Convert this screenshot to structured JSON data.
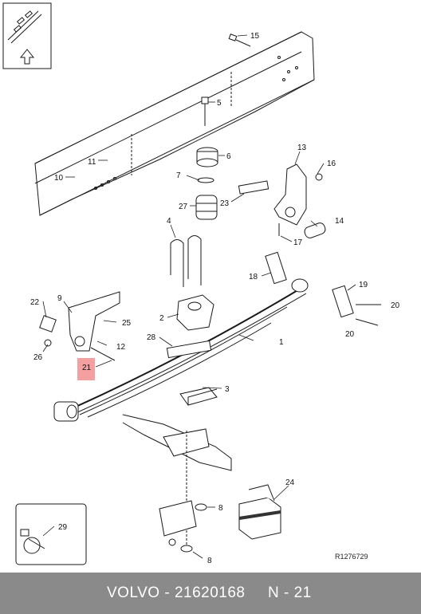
{
  "callouts": [
    {
      "id": "c15",
      "label": "15"
    },
    {
      "id": "c5",
      "label": "5"
    },
    {
      "id": "c6",
      "label": "6"
    },
    {
      "id": "c7",
      "label": "7"
    },
    {
      "id": "c11",
      "label": "11"
    },
    {
      "id": "c10",
      "label": "10"
    },
    {
      "id": "c13",
      "label": "13"
    },
    {
      "id": "c16",
      "label": "16"
    },
    {
      "id": "c23",
      "label": "23"
    },
    {
      "id": "c27",
      "label": "27"
    },
    {
      "id": "c4",
      "label": "4"
    },
    {
      "id": "c14",
      "label": "14"
    },
    {
      "id": "c17",
      "label": "17"
    },
    {
      "id": "c18",
      "label": "18"
    },
    {
      "id": "c19",
      "label": "19"
    },
    {
      "id": "c20a",
      "label": "20"
    },
    {
      "id": "c20b",
      "label": "20"
    },
    {
      "id": "c22",
      "label": "22"
    },
    {
      "id": "c9",
      "label": "9"
    },
    {
      "id": "c25",
      "label": "25"
    },
    {
      "id": "c2",
      "label": "2"
    },
    {
      "id": "c12",
      "label": "12"
    },
    {
      "id": "c26",
      "label": "26"
    },
    {
      "id": "c28",
      "label": "28"
    },
    {
      "id": "c1",
      "label": "1"
    },
    {
      "id": "c21",
      "label": "21"
    },
    {
      "id": "c3",
      "label": "3"
    },
    {
      "id": "c24",
      "label": "24"
    },
    {
      "id": "c8a",
      "label": "8"
    },
    {
      "id": "c8b",
      "label": "8"
    },
    {
      "id": "c29",
      "label": "29"
    }
  ],
  "reference_code": "R1276729",
  "footer": {
    "part_text": "VOLVO - 21620168",
    "page_text": "N - 21"
  },
  "colors": {
    "highlight": "#f4a0a0",
    "footer_bg": "#8a8a8a",
    "line": "#1a1a1a"
  }
}
